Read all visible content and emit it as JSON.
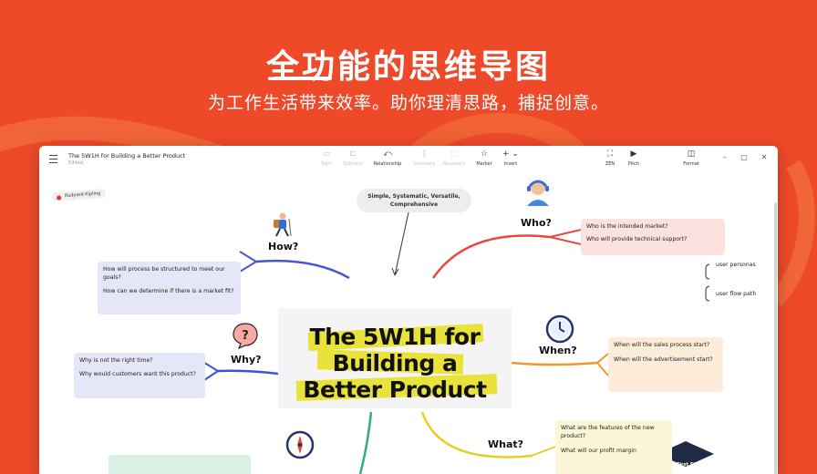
{
  "hero": {
    "title": "全功能的思维导图",
    "subtitle": "为工作生活带来效率。助你理清思路，捕捉创意。"
  },
  "window": {
    "doc_title": "The 5W1H for Building a Better Product",
    "doc_status": "Edited",
    "toolbar": [
      {
        "label": "Topic",
        "icon": "topic-icon",
        "enabled": false
      },
      {
        "label": "Subtopic",
        "icon": "subtopic-icon",
        "enabled": false
      },
      {
        "label": "Relationship",
        "icon": "relationship-icon",
        "enabled": true
      },
      {
        "label": "Summary",
        "icon": "summary-icon",
        "enabled": false
      },
      {
        "label": "Boundary",
        "icon": "boundary-icon",
        "enabled": false
      },
      {
        "label": "Marker",
        "icon": "star-icon",
        "enabled": true
      },
      {
        "label": "Insert",
        "icon": "plus-icon",
        "enabled": true
      }
    ],
    "right_tools": [
      {
        "label": "ZEN",
        "icon": "expand-icon"
      },
      {
        "label": "Pitch",
        "icon": "play-icon"
      },
      {
        "label": "Format",
        "icon": "format-panel-icon"
      }
    ]
  },
  "map": {
    "author": "Rudyard Kipling",
    "note": [
      "Simple, Systematic, Versatile,",
      "Comprehensive"
    ],
    "central_lines": [
      "The 5W1H for",
      "Building a",
      "Better Product"
    ],
    "branches": {
      "how": {
        "label": "How?",
        "items": [
          "How will process be structured to meet our goals?",
          "How can we determine if there is a market fit?"
        ]
      },
      "who": {
        "label": "Who?",
        "items": [
          "Who is the intended market?",
          "Who will provide technical support?"
        ],
        "subs": [
          "user personas",
          "user flow path"
        ]
      },
      "why": {
        "label": "Why?",
        "items": [
          "Why is not the right time?",
          "Why would customers want this product?"
        ]
      },
      "when": {
        "label": "When?",
        "items": [
          "When will the sales process start?",
          "When will the advertisement start?"
        ]
      },
      "what": {
        "label": "What?",
        "items": [
          "What are the features of the new product?",
          "What will our profit margin"
        ],
        "marker": "First Step"
      }
    }
  },
  "colors": {
    "background": "#ee4a2a",
    "how": "#4b55d4",
    "who": "#e5483c",
    "why": "#3d52d8",
    "when": "#f0982f",
    "what": "#e8cd27",
    "where": "#2fb072",
    "highlight": "#e9e23a"
  }
}
